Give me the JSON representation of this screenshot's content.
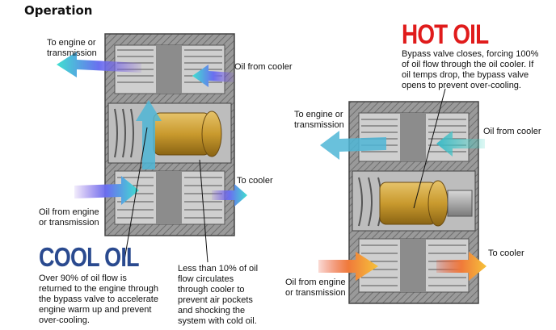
{
  "title": "Operation",
  "cool": {
    "heading": "COOL OIL",
    "to_engine_line1": "To engine or",
    "to_engine_line2": "transmission",
    "oil_from_cooler": "Oil from cooler",
    "oil_from_engine_line1": "Oil from engine",
    "oil_from_engine_line2": "or transmission",
    "to_cooler": "To cooler",
    "desc_lines": [
      "Over 90% of oil flow is",
      "returned to the engine through",
      "the bypass valve to accelerate",
      "engine warm up and prevent",
      "over-cooling."
    ],
    "note_lines": [
      "Less than 10% of oil",
      "flow circulates",
      "through cooler to",
      "prevent air pockets",
      "and shocking the",
      "system with cold oil."
    ]
  },
  "hot": {
    "heading": "HOT OIL",
    "desc_lines": [
      "Bypass valve closes, forcing 100%",
      "of oil flow through the oil cooler. If",
      "oil temps drop, the bypass valve",
      "opens to prevent over-cooling."
    ],
    "to_engine_line1": "To engine or",
    "to_engine_line2": "transmission",
    "oil_from_cooler": "Oil from cooler",
    "oil_from_engine_line1": "Oil from engine",
    "oil_from_engine_line2": "or transmission",
    "to_cooler": "To cooler"
  },
  "colors": {
    "cool_heading": "#2a4a8f",
    "hot_heading": "#e01b1b",
    "housing": "#8a8a8a",
    "housing_dark": "#5a5a5a",
    "valve_gold": "#c99a2e"
  }
}
